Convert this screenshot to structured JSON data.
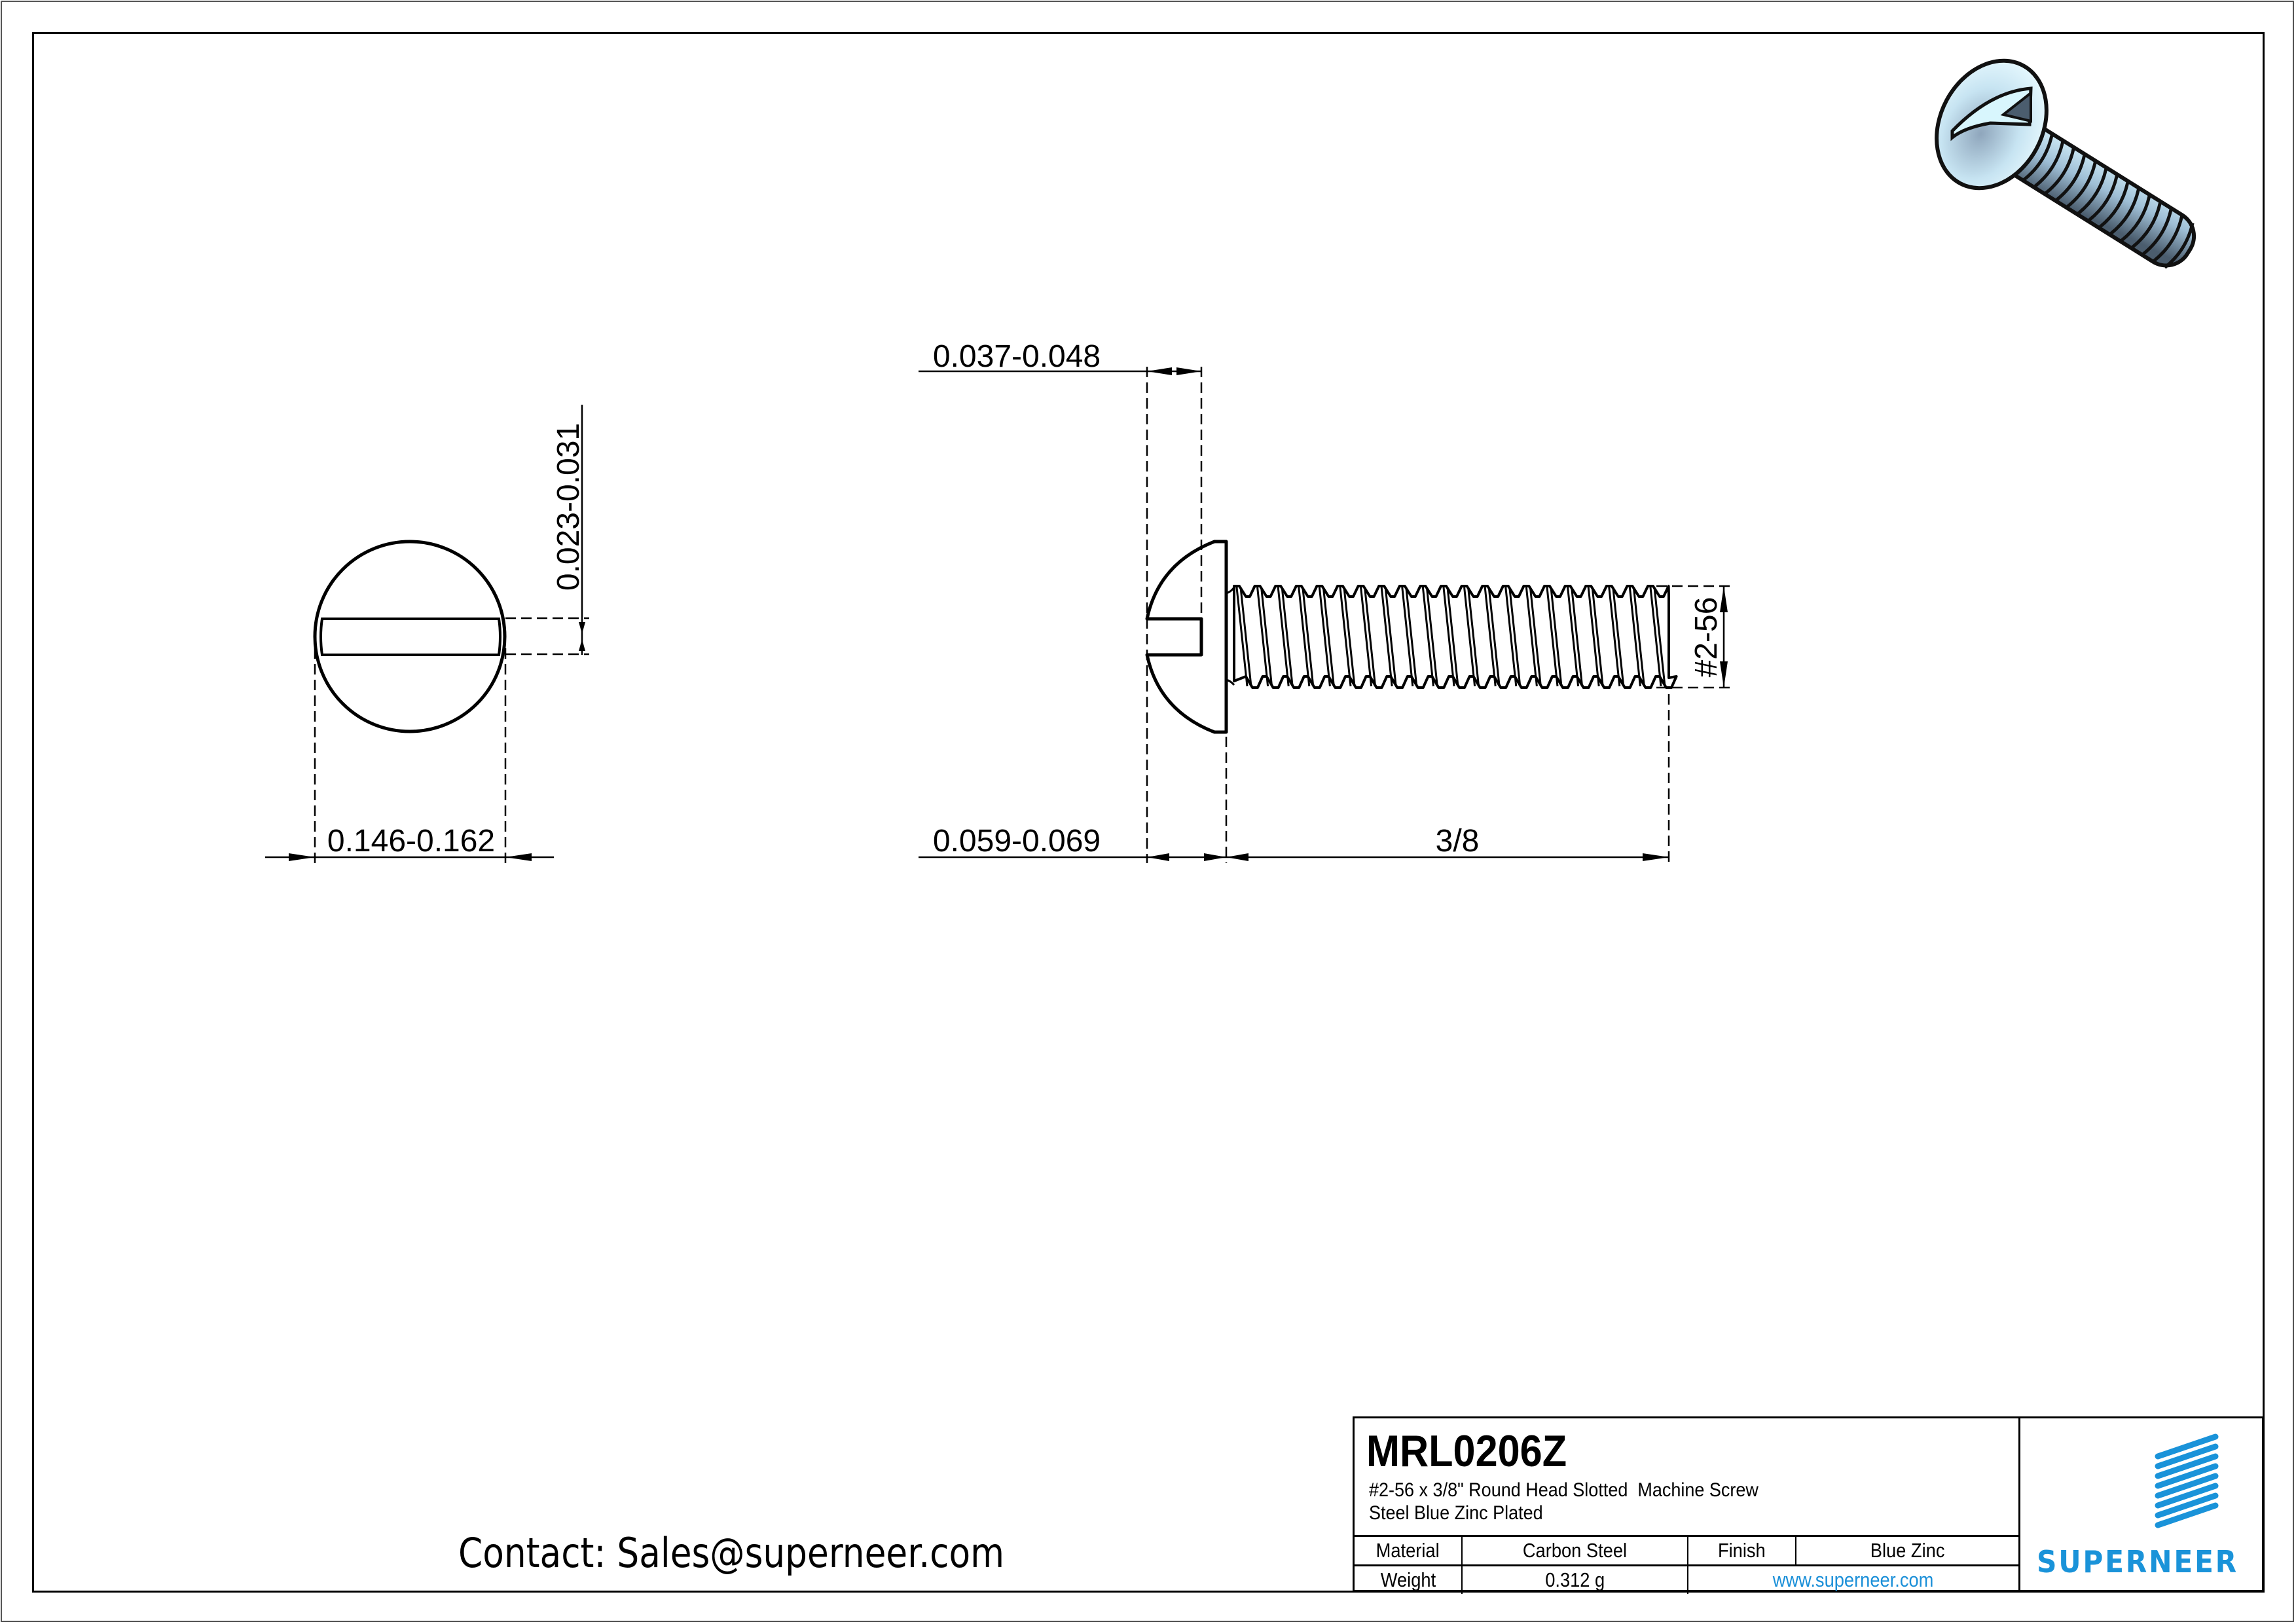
{
  "drawing": {
    "front_view": {
      "dims": {
        "head_diameter": "0.146-0.162",
        "slot_width": "0.023-0.031"
      }
    },
    "side_view": {
      "dims": {
        "slot_depth": "0.037-0.048",
        "head_height": "0.059-0.069",
        "length": "3/8",
        "thread": "#2-56"
      }
    },
    "iso_view": {
      "label": "3d-screw-render",
      "colors": {
        "light": "#d6f2fb",
        "mid": "#9fbfd6",
        "dark": "#4b5d6e"
      }
    }
  },
  "contact": "Contact: Sales@superneer.com",
  "title_block": {
    "part_number": "MRL0206Z",
    "description_line1": "#2-56 x 3/8\" Round Head Slotted  Machine Screw",
    "description_line2": "Steel Blue Zinc Plated",
    "material_label": "Material",
    "material_value": "Carbon Steel",
    "finish_label": "Finish",
    "finish_value": "Blue Zinc",
    "weight_label": "Weight",
    "weight_value": "0.312 g",
    "website": "www.superneer.com",
    "brand": "SUPERNEER",
    "brand_color": "#1a93d9"
  }
}
